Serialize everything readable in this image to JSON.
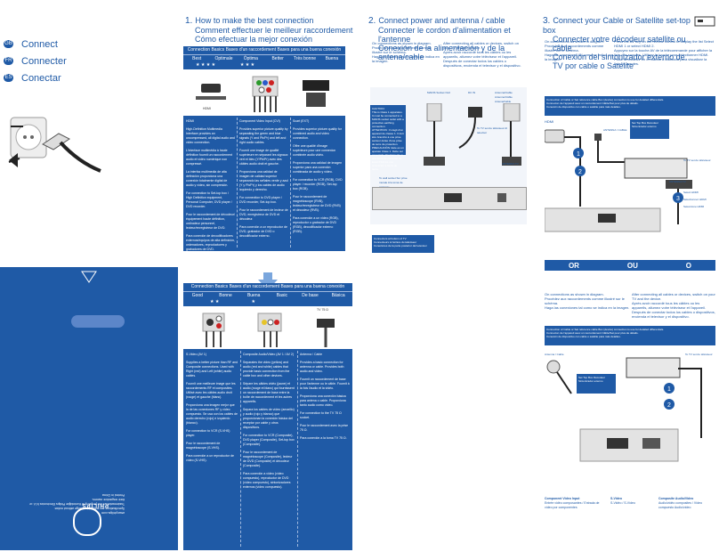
{
  "left_menu": {
    "items": [
      {
        "label": "Connect",
        "bullet": "GB"
      },
      {
        "label": "Connecter",
        "bullet": "FR"
      },
      {
        "label": "Conectar",
        "bullet": "ES"
      }
    ]
  },
  "section1": {
    "number": "1.",
    "title_en": "How to make the best connection",
    "title_fr": "Comment effectuer le meilleur raccordement",
    "title_es": "Cómo efectuar la mejor conexión",
    "panel_header": "Connection Basics   Bases d'un raccordement   Bases para una buena conexión",
    "quality": {
      "best": "Best",
      "optimale": "Optimale",
      "optima": "Óptima",
      "better": "Better",
      "tres_bonne": "Très bonne",
      "buena": "Buena"
    },
    "cols": [
      {
        "name": "HDMI",
        "paras": [
          "High-Definition Multimedia Interface provides an uncompressed, all digital audio and video connection.",
          "L'interface multimédia à haute définition fournit un raccordement audio et vidéo numérique non compressé.",
          "La interfaz multimedia de alta definición proporciona una conexión totalmente digital de audio y vídeo, sin compresión.",
          "For connection to Set-top box / High Definition equipment, Personal Computer, DVD player / DVD recorder.",
          "Pour le raccordement de décodeur/équipement haute définition, ordinateur personnel, lecteur/enregistreur de DVD.",
          "Para conexión de decodificadores externos/equipos de alta definición, ordenadores, reproductores y grabadores de DVD."
        ]
      },
      {
        "name": "Component Video Input (CVI)",
        "paras": [
          "Provides superior picture quality by separating the green and blue signals (Y and Pb/Pr) and left and right audio cables.",
          "Fournit une image de qualité supérieure en séparant les signaux vert et bleu (Y/Pb/Pr) avec des câbles audio droit et gauche.",
          "Proporciona una calidad de imagen de calidad superior separando las señales verde y azul (Y y Pb/Pr) y los cables de audio izquierdo y derecho.",
          "For connection to DVD player / DVD recorder, Set-top box.",
          "Pour le raccordement de lecteur de DVD, enregistreur de DVD et décodeur.",
          "Para conexión a un reproductor de DVD, grabador de DVD o decodificador externo."
        ]
      },
      {
        "name": "Scart (EXT)",
        "paras": [
          "Provides superior picture quality for combined audio and video connection.",
          "Offre une qualité d'image supérieure pour une connexion combinée audio vidéo.",
          "Proporciona una calidad de imagen superior para una conexión combinada de audio y vídeo.",
          "For connection to VCR (RGB), DVD player / recorder (RGB), Set-top box (RGB).",
          "Pour le raccordement de magnétoscope (RVB), lecteur/enregistreur de DVD (RVB) et décodeur (RVB).",
          "Para conexión a un vídeo (RGB), reproductor o grabador de DVD (RGB), decodificador externo (RGB)."
        ]
      }
    ],
    "connector_labels": {
      "hdmi": "HDMI"
    }
  },
  "section2": {
    "number": "2.",
    "title_en": "Connect power and antenna / cable",
    "title_fr": "Connecter le cordon d'alimentation et l'antenne",
    "title_es": "Conexión de la alimentación y de la antena/cable",
    "intro_left": [
      "On connections as shown in diagram.",
      "Procédez aux raccordements comme illustré sur le schéma.",
      "Haga las conexiones tal como se indica en la imagen."
    ],
    "intro_right": [
      "After connecting all cables or devices, switch on your TV and the device.",
      "Après avoir raccordé tous les câbles ou les appareils, allumez votre téléviseur et l'appareil.",
      "Después de conectar todos los cables o dispositivos, encienda el televisor y el dispositivo."
    ],
    "caution": [
      "CAUTION:",
      "This is Class 1 apparatus. It must be connected to a MAINS socket outlet with a protective earthing connection.",
      "ATTENTION : Il s'agit d'un appareil de classe 1. Il doit être branché à une prise secteur dotée d'une prise de terre de protection.",
      "PRECAUCIÓN: Este es un aparato Clase 1. Debe ser conectado directamente a una toma de corriente de ELECTRICAL con protección a tierra de tierra."
    ],
    "labels": {
      "mains": "MAINS Socket Outl",
      "dcin": "DC IN",
      "antenna": "Antenna/Cable Antenne/Câble Antena/Cable",
      "to_wall": "To wall socket Sur prise murale A la toma de corriente",
      "to_tv": "To TV set Au téléviseur Al televisor",
      "antenna_tv": "ANTENNA TV"
    },
    "note": [
      "Connectors at bottom of TV",
      "Connecteurs à l'arrière du téléviseur",
      "Conectores de la parte posterior del televisor"
    ]
  },
  "section3": {
    "number": "3.",
    "title_en": "Connect your Cable or Satellite set-top box",
    "title_fr": "Connecter votre décodeur satellite ou câble",
    "title_es": "Conexión del sintonizador externo de TV por cable o Satélite",
    "step1": [
      "On connections as shown in diagram.",
      "Procédez aux raccordements comme illustré sur le schéma.",
      "Haga las conexiones tal como se indica en la imagen."
    ],
    "step2": [
      "Press the AV key on the remote control to display the list Select HDMI 1 or select HDMI 2.",
      "Appuyez sur la touche AV de la télécommande pour afficher la liste des sources. Utilisez la touche pour sélectionner HDMI.",
      "Pulse la tecla AV en el mando a distancia para visualizar la lista de fuentes."
    ],
    "info_box": [
      "Connection of Cable or Sat reference cable Box (device) connection to use for detailed differentials.",
      "Connexion de l'appareil avec un raccordement Câble/Sat pour plus de détails.",
      "Conexión de dispositivo con cable o satélite para más detalles."
    ],
    "labels": {
      "hdmi": "HDMI",
      "antenna_cable": "ANTENNA / CABLE",
      "settop": "Set Top Box Décodeur Sintonizador externo",
      "select_hdmi": "Select HDMI",
      "selectionnez_hdmi": "Sélectionnez HDMI",
      "seleccione_hdmi": "Seleccione HDMI",
      "tv_set": "To TV set Au téléviseur",
      "antenna_tv": "ANTENNA TV"
    },
    "or_banner": {
      "en": "OR",
      "fr": "OU",
      "es": "O"
    }
  },
  "section_bottom": {
    "panel_header": "Connection Basics   Bases d'un raccordement   Bases para una buena conexión",
    "quality": {
      "good": "Good",
      "bonne": "Bonne",
      "buena": "Buena",
      "basic": "Basic",
      "de_base": "De base",
      "basica": "Básica"
    },
    "cols": [
      {
        "name": "S-Video (AV 1)",
        "paras": [
          "Supplies a better picture than RF and Composite connections. Used with Right (red) and Left (white) audio cables.",
          "Fournit une meilleure image que les raccordements RF et composites. Utilisé avec les câbles audio droit (rouge) et gauche (blanc).",
          "Proporciona una imagen mejor que la de las conexiones RF y vídeo compuesto. Se usa con los cables de audio derecho (rojo) e izquierdo (blanco).",
          "For connection to VCR (S-VHS) player.",
          "Pour le raccordement de magnétoscope (S-VHS).",
          "Para conexión a un reproductor de vídeo (S-VHS)."
        ]
      },
      {
        "name": "Composite Audio/Video (AV 1 / AV 2)",
        "paras": [
          "Separates the video (yellow) and audio (red and white) cables that provide basic connection from the cable box and other devices.",
          "Sépare les câbles vidéo (jaune) et audio (rouge et blanc) qui fournissent un raccordement de base entre la boîte de raccordement et les autres appareils.",
          "Separa los cables de vídeo (amarillo) y audio (rojo y blanco) que proporcionan la conexión básica del receptor por cable y otros dispositivos.",
          "For connection to VCR (Composite), DVD player (Composite), Set-top box (Composite).",
          "Pour le raccordement de magnétoscope (Composite), lecteur de DVD (Composite) et décodeur (Composite).",
          "Para conexión a vídeo (vídeo compuesto), reproductor de DVD (vídeo compuesto), sintonizadores externos (vídeo compuesto)."
        ]
      },
      {
        "name": "Antenna / Cable",
        "paras": [
          "Provides a basic connection for antenna or cable. Provides both audio and video.",
          "Fournit un raccordement de base pour l'antenne ou le câble. Fournit à la fois l'audio et la vidéo.",
          "Proporciona una conexión básica para antena o cable. Proporciona tanto audio como vídeo.",
          "For connection to the TV 75 Ω socket.",
          "Pour le raccordement avec la prise 75 Ω.",
          "Para conexión a la toma TV 75 Ω."
        ]
      }
    ],
    "tv_label": "TV 75 Ω"
  },
  "bottom_right": {
    "step1": [
      "On connections as shown in diagram.",
      "Procédez aux raccordements comme illustré sur le schéma.",
      "Haga las conexiones tal como se indica en la imagen."
    ],
    "step2": [
      "After connecting all cables or devices, switch on your TV and the device.",
      "Après avoir raccordé tous les câbles ou les appareils, allumez votre téléviseur et l'appareil.",
      "Después de conectar todos los cables o dispositivos, encienda el televisor y el dispositivo."
    ],
    "labels": {
      "antenna_cable": "Antenna / Cable",
      "settop": "Set Top Box Décodeur Sintonizador externo",
      "to_tv": "To TV set Au téléviseur"
    },
    "legend": [
      {
        "label": "Component Video Input",
        "sub": "Entrée vidéo composantes / Entrada de vídeo por componentes"
      },
      {
        "label": "S-Video",
        "sub": "S-Vidéo / S-Vídeo"
      },
      {
        "label": "Composite Audio/Video",
        "sub": "Audio/vidéo composites / Vídeo compuesto Audio/vídeo"
      }
    ]
  },
  "back_cover": {
    "logo": "PHILIPS",
    "lines": [
      "www.philips.com",
      "Specifications are subject to change without notice.",
      "Trademarks are the property of Koninklijke Philips Electronics N.V. or their respective owners.",
      "Printed in China"
    ]
  }
}
